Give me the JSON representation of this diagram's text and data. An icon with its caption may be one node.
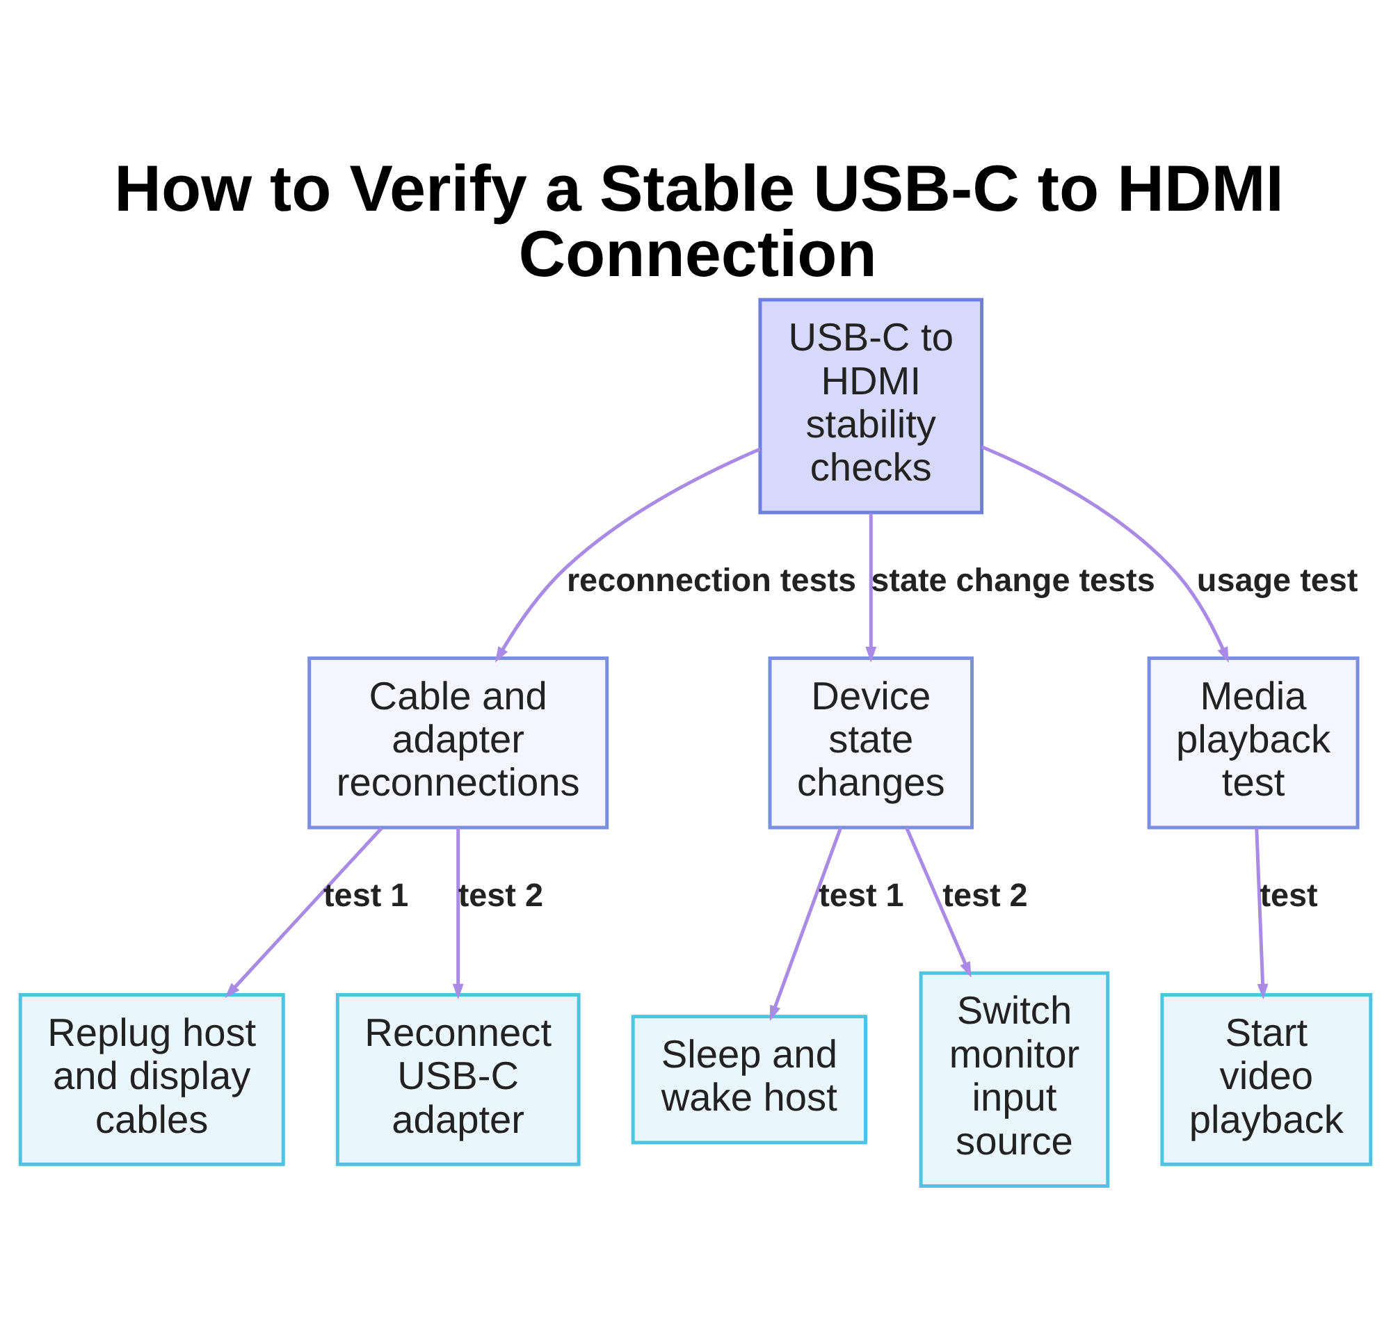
{
  "diagram": {
    "title": "How to Verify a Stable USB-C to HDMI Connection",
    "nodes": [
      {
        "text": [
          "USB-C to HDMI stability checks"
        ]
      },
      {
        "text": [
          "Cable and adapter reconnections"
        ]
      },
      {
        "text": [
          "Device state changes"
        ]
      },
      {
        "text": [
          "Media playback test"
        ]
      },
      {
        "text": [
          "Replug host and display cables"
        ]
      },
      {
        "text": [
          "Reconnect USB-C adapter"
        ]
      },
      {
        "text": [
          "Sleep and wake host"
        ]
      },
      {
        "text": [
          "Switch monitor input source"
        ]
      },
      {
        "text": [
          "Start video playback"
        ]
      }
    ],
    "edges": [
      {
        "from": 0,
        "to": 1,
        "arrow": "to",
        "label": "reconnection tests"
      },
      {
        "from": 0,
        "to": 2,
        "arrow": "to",
        "label": "state change tests"
      },
      {
        "from": 0,
        "to": 3,
        "arrow": "to",
        "label": "usage test"
      },
      {
        "from": 1,
        "to": 4,
        "arrow": "to",
        "label": "test 1"
      },
      {
        "from": 1,
        "to": 5,
        "arrow": "to",
        "label": "test 2"
      },
      {
        "from": 2,
        "to": 6,
        "arrow": "to",
        "label": "test 1"
      },
      {
        "from": 2,
        "to": 7,
        "arrow": "to",
        "label": "test 2"
      },
      {
        "from": 3,
        "to": 8,
        "arrow": "to",
        "label": "test"
      }
    ]
  }
}
